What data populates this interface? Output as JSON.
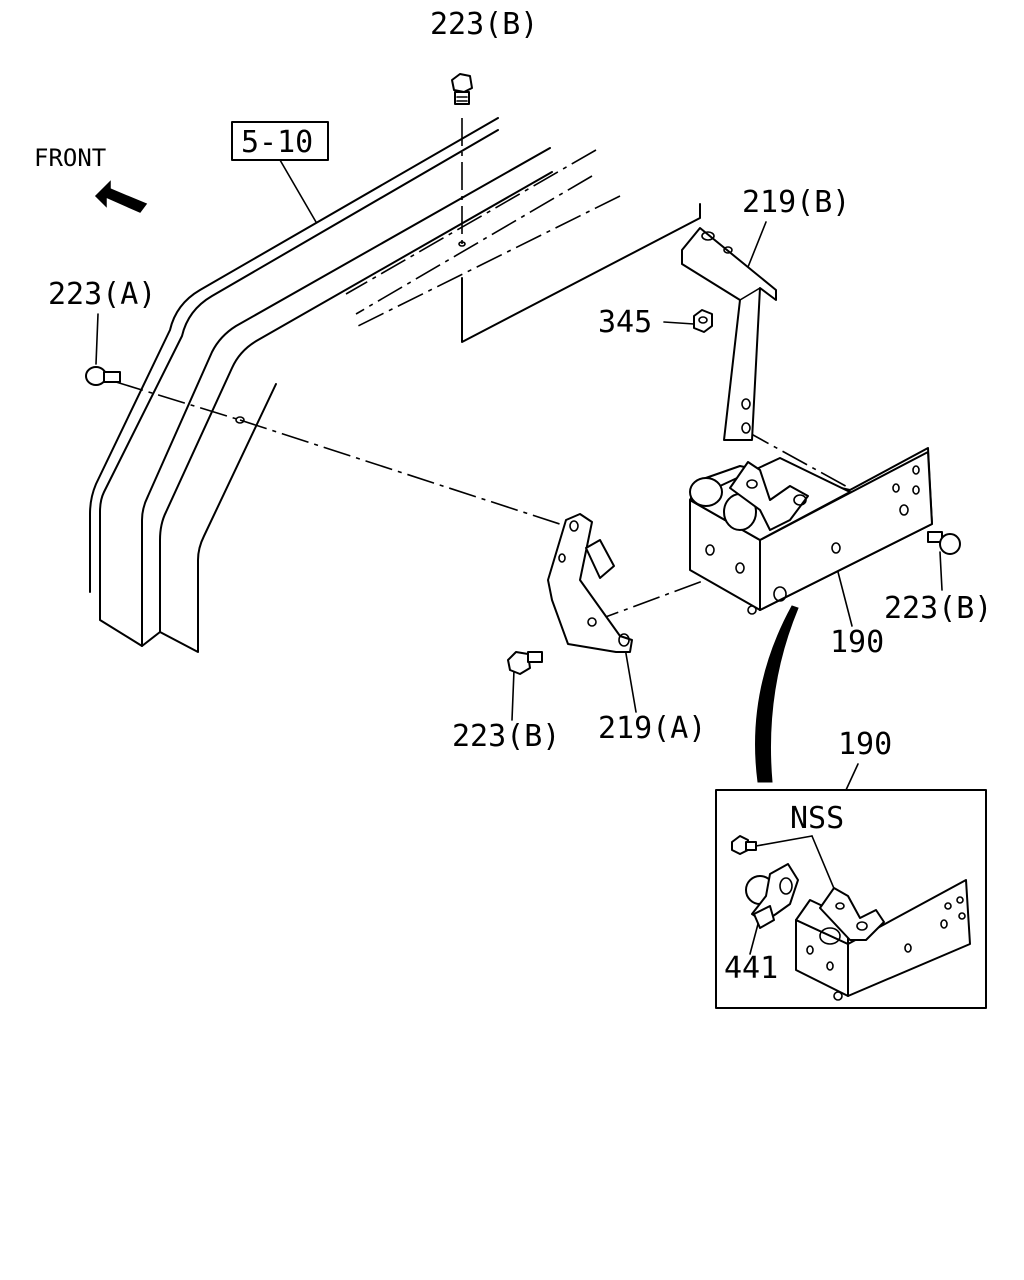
{
  "labels": {
    "front": "FRONT",
    "ref_box": "5-10",
    "bolt_top": "223(B)",
    "bolt_left": "223(A)",
    "bolt_right": "223(B)",
    "bolt_bottom": "223(B)",
    "bracket_b": "219(B)",
    "bracket_a": "219(A)",
    "nut": "345",
    "hinge": "190",
    "detail_title": "190",
    "nss": "NSS",
    "part_441": "441"
  }
}
